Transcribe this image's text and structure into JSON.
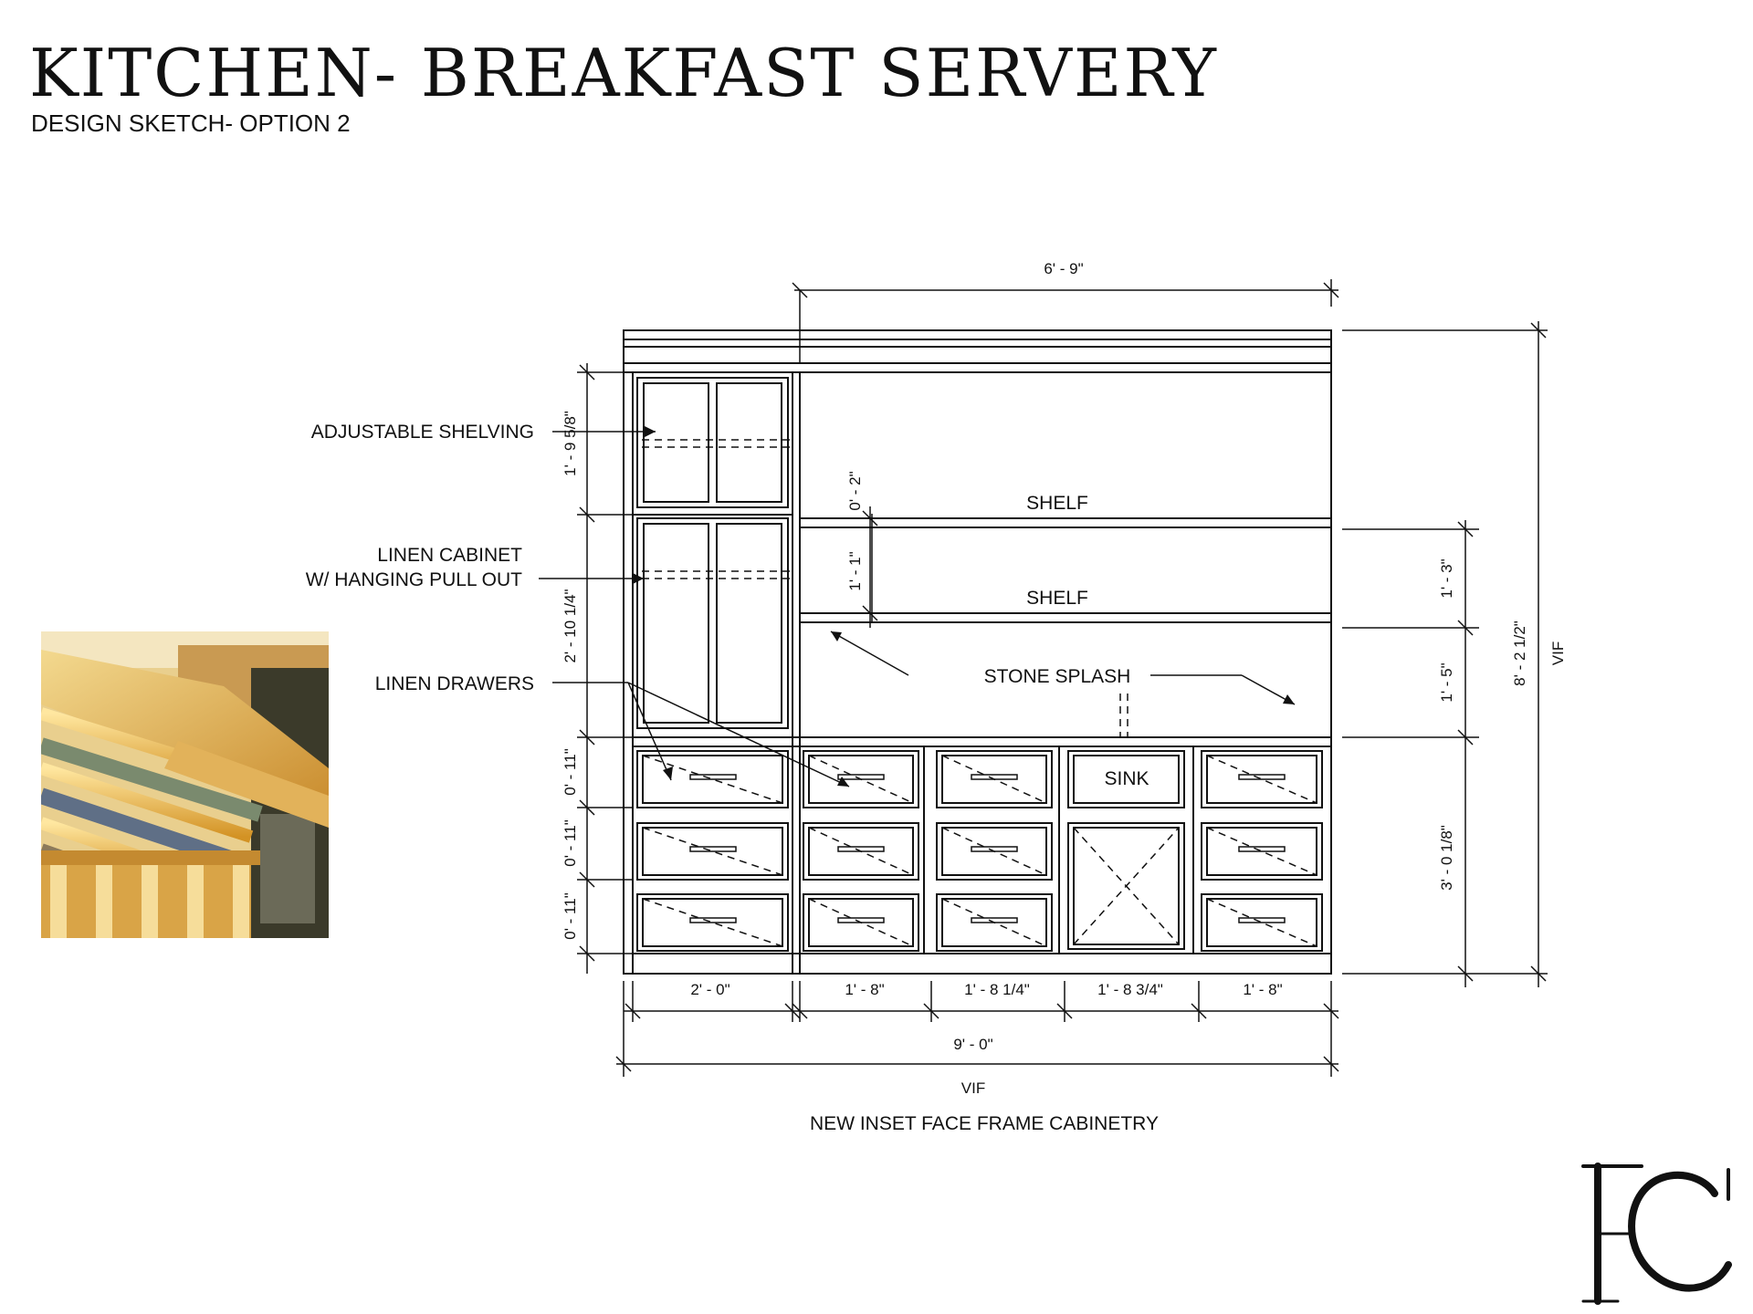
{
  "header": {
    "title": "KITCHEN- BREAKFAST SERVERY",
    "subtitle": "DESIGN SKETCH- OPTION 2"
  },
  "callouts": {
    "adjustable_shelving": "ADJUSTABLE SHELVING",
    "linen_cabinet_line1": "LINEN CABINET",
    "linen_cabinet_line2": "W/ HANGING PULL OUT",
    "linen_drawers": "LINEN DRAWERS",
    "shelf_upper": "SHELF",
    "shelf_lower": "SHELF",
    "stone_splash": "STONE SPLASH",
    "sink": "SINK"
  },
  "dimensions": {
    "top_width": "6' - 9\"",
    "left_upper_height": "1' - 9 5/8\"",
    "left_middle_height": "2' - 10 1/4\"",
    "drawer_height_1": "0' - 11\"",
    "drawer_height_2": "0' - 11\"",
    "drawer_height_3": "0' - 11\"",
    "shelf_gap": "0' - 2\"",
    "shelf_spacing": "1' - 1\"",
    "right_shelf_height": "1' - 3\"",
    "right_splash_height": "1' - 5\"",
    "right_base_height": "3' - 0 1/8\"",
    "overall_height": "8' - 2 1/2\"",
    "overall_height_note": "VIF",
    "bottom_col_1": "2' - 0\"",
    "bottom_col_2": "1' - 8\"",
    "bottom_col_3": "1' - 8 1/4\"",
    "bottom_col_4": "1' - 8 3/4\"",
    "bottom_col_5": "1' - 8\"",
    "overall_width": "9' - 0\"",
    "overall_width_note": "VIF"
  },
  "caption": "NEW INSET FACE FRAME CABINETRY",
  "photo": {
    "description_icon": "pull-out-linen-rack-photo-icon"
  },
  "logo": {
    "icon": "fc-monogram-logo-icon",
    "text": "FC"
  }
}
